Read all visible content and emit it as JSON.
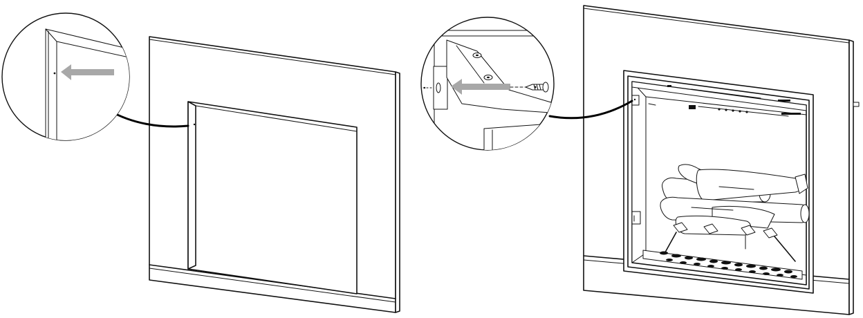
{
  "figure": {
    "left_step": {
      "description_icons": [
        "surround-panel",
        "detail-callout",
        "direction-arrow",
        "pilot-hole"
      ],
      "arrow_color": "#a8a8a8"
    },
    "right_step": {
      "description_icons": [
        "fireplace-insert",
        "detail-callout",
        "direction-arrow",
        "screw"
      ],
      "arrow_color": "#a8a8a8"
    },
    "line_color": "#111111",
    "background": "#ffffff"
  }
}
